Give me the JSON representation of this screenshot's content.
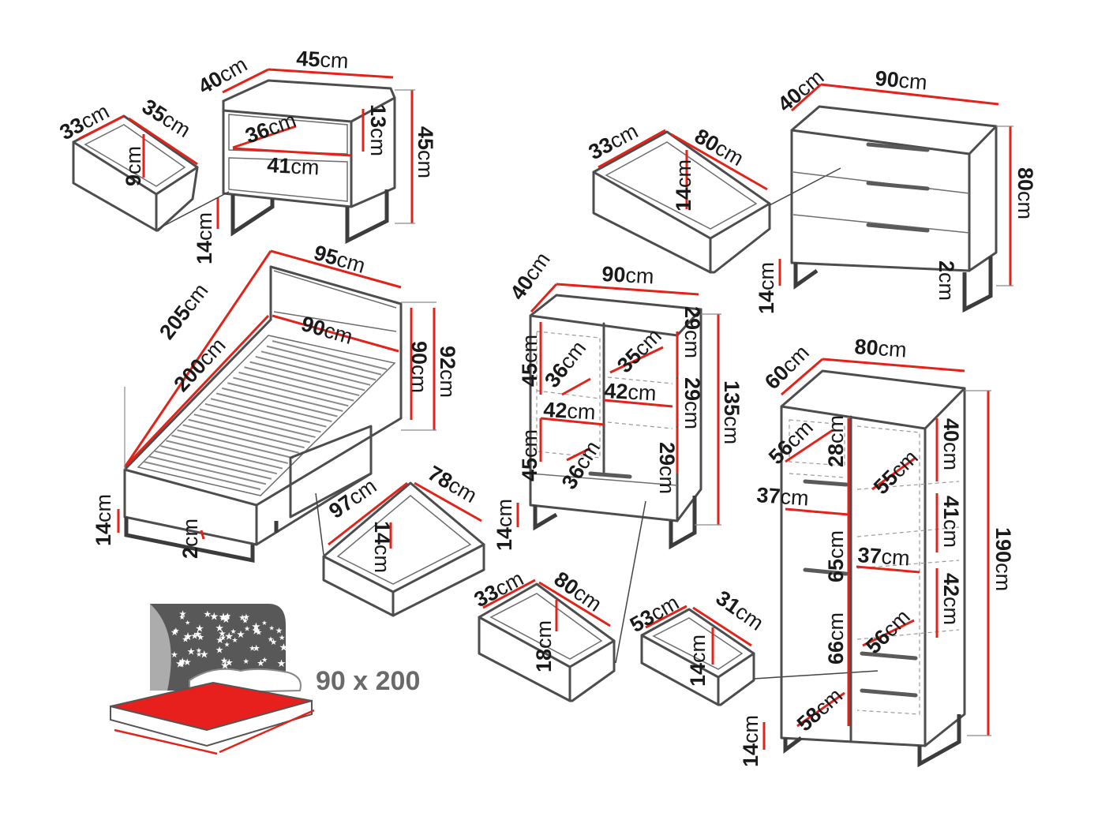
{
  "nightstand": {
    "width": "45",
    "depth": "40",
    "height": "45",
    "shelf_depth": "36",
    "shelf_width": "41",
    "shelf_height": "13",
    "leg_height": "14",
    "drawer": {
      "depth": "33",
      "width": "35",
      "height": "9"
    }
  },
  "dresser": {
    "width": "90",
    "depth": "40",
    "height": "80",
    "leg_height": "14",
    "plinth": "2",
    "drawer": {
      "depth": "33",
      "width": "80",
      "height": "14"
    }
  },
  "bed": {
    "length_outer": "205",
    "length_inner": "200",
    "width_outer": "95",
    "width_inner": "90",
    "headboard_inner": "90",
    "headboard_outer": "92",
    "leg_height": "14",
    "plinth": "2",
    "drawer": {
      "width": "97",
      "depth": "78",
      "height": "14"
    },
    "icon_text": "90 x 200"
  },
  "cabinet": {
    "width": "90",
    "depth": "40",
    "height": "135",
    "leg_height": "14",
    "left_upper_height": "45",
    "left_lower_height": "45",
    "left_upper_depth": "36",
    "left_lower_depth": "36",
    "left_width": "42",
    "right_shelf_depth": "35",
    "right_width": "42",
    "right_h1": "29",
    "right_h2": "29",
    "right_h3": "29",
    "drawer_a": {
      "depth": "33",
      "width": "80",
      "height": "18"
    },
    "drawer_b": {
      "depth": "53",
      "width": "31",
      "height": "14"
    }
  },
  "wardrobe": {
    "width": "80",
    "depth": "60",
    "height": "190",
    "leg_height": "14",
    "left_top_depth": "56",
    "left_top_height": "28",
    "rail_width": "37",
    "left_mid_height": "65",
    "left_low_height": "66",
    "left_bottom_depth": "58",
    "right_top_depth": "55",
    "right_h1": "40",
    "right_h2": "41",
    "right_h3": "42",
    "right_width": "37",
    "right_low_depth": "56"
  },
  "unit": "cm",
  "colors": {
    "dimension": "#e2231a",
    "outline": "#4d4d4d",
    "mattress": "#e8201d"
  },
  "icons": [
    "bed-size-icon",
    "star-night-icon"
  ]
}
